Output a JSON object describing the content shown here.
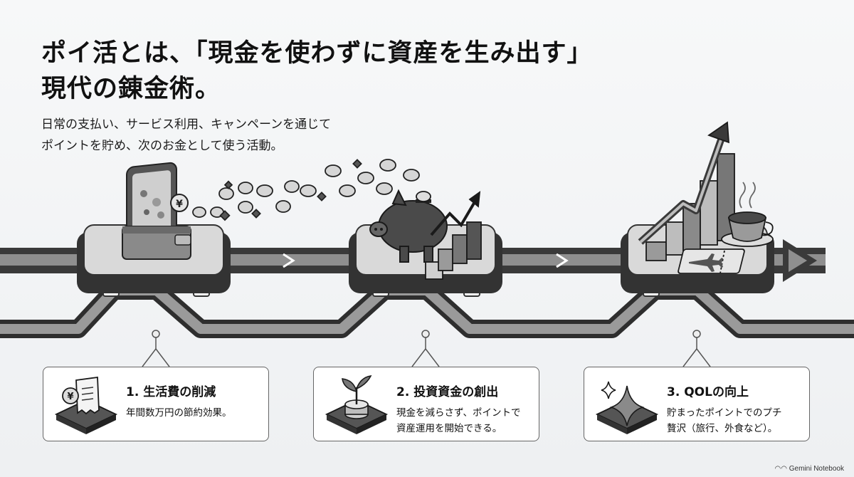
{
  "title": {
    "line1": "ポイ活とは、「現金を使わずに資産を生み出す」",
    "line2": "現代の錬金術。"
  },
  "subtitle": {
    "line1": "日常の支払い、サービス利用、キャンペーンを通じて",
    "line2": "ポイントを貯め、次のお金として使う活動。"
  },
  "illustration": {
    "coin_symbol": "¥"
  },
  "cards": [
    {
      "title": "1. 生活費の削減",
      "desc_lines": [
        "年間数万円の節約効果。"
      ],
      "icon": "receipt-icon",
      "icon_symbol": "¥"
    },
    {
      "title": "2. 投資資金の創出",
      "desc_lines": [
        "現金を減らさず、ポイントで",
        "資産運用を開始できる。"
      ],
      "icon": "sprout-coins-icon"
    },
    {
      "title": "3. QOLの向上",
      "desc_lines": [
        "貯まったポイントでのプチ",
        "贅沢（旅行、外食など）。"
      ],
      "icon": "sparkle-icon"
    }
  ],
  "footer": {
    "brand": "Gemini Notebook"
  },
  "colors": {
    "ink": "#111111",
    "track_dark": "#3a3a3a",
    "track_mid": "#8a8a8a",
    "card_border": "#666666",
    "background": "#f2f3f5"
  }
}
